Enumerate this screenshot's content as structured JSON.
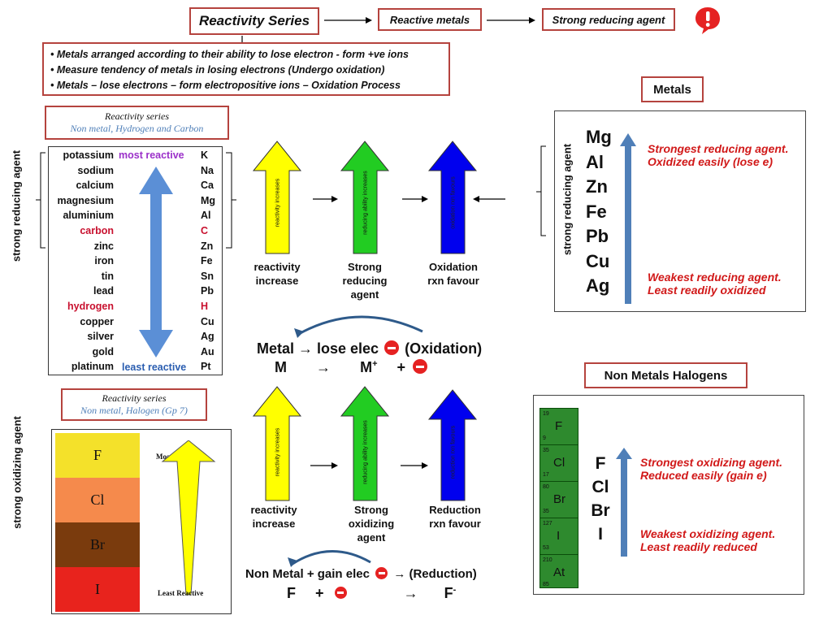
{
  "header": {
    "title": "Reactivity Series",
    "reactive_metals": "Reactive metals",
    "strong_reducing_agent": "Strong reducing agent"
  },
  "bullets": [
    "• Metals  arranged according to their ability to lose electron - form +ve ions",
    "• Measure tendency of metals in losing electrons (Undergo oxidation)",
    "• Metals – lose electrons – form electropositive ions – Oxidation Process"
  ],
  "metal_series": {
    "box_title": "Reactivity series",
    "box_subtitle": "Non metal, Hydrogen and Carbon",
    "side_label": "strong reducing agent",
    "most_reactive": "most reactive",
    "least_reactive": "least reactive",
    "names": [
      "potassium",
      "sodium",
      "calcium",
      "magnesium",
      "aluminium",
      "carbon",
      "zinc",
      "iron",
      "tin",
      "lead",
      "hydrogen",
      "copper",
      "silver",
      "gold",
      "platinum"
    ],
    "symbols": [
      "K",
      "Na",
      "Ca",
      "Mg",
      "Al",
      "C",
      "Zn",
      "Fe",
      "Sn",
      "Pb",
      "H",
      "Cu",
      "Ag",
      "Au",
      "Pt"
    ]
  },
  "top_arrows": {
    "arrow1_text": "reactivity increases",
    "arrow2_text": "reducing ability increases",
    "arrow3_text": "oxidation rxn favours",
    "label1": [
      "reactivity",
      "increase"
    ],
    "label2": [
      "Strong",
      "reducing",
      "agent"
    ],
    "label3": [
      "Oxidation",
      "rxn favour"
    ]
  },
  "metals_panel": {
    "title": "Metals",
    "side_label": "strong reducing agent",
    "symbols": [
      "Mg",
      "Al",
      "Zn",
      "Fe",
      "Pb",
      "Cu",
      "Ag"
    ],
    "strong_note": [
      "Strongest reducing agent.",
      "Oxidized easily (lose e)"
    ],
    "weak_note": [
      "Weakest reducing agent.",
      "Least readily oxidized"
    ]
  },
  "oxidation_equation": {
    "line1_left": "Metal → lose elec",
    "line1_right": "(Oxidation)",
    "line2_m": "M",
    "line2_arrow": "→",
    "line2_ion": "M",
    "line2_ion_sup": "+",
    "line2_plus": "+"
  },
  "halogen_series": {
    "box_title": "Reactivity series",
    "box_subtitle": "Non metal, Halogen (Gp 7)",
    "side_label": "strong oxidizing agent",
    "elements": [
      "F",
      "Cl",
      "Br",
      "I"
    ],
    "colors": [
      "#f4e12a",
      "#f58a4c",
      "#7a3b0d",
      "#e8231d"
    ],
    "most_reactive": "Most Reactive",
    "least_reactive": "Least Reactive"
  },
  "bottom_arrows": {
    "arrow1_text": "reactivity increases",
    "arrow2_text": "reducing ability increases",
    "arrow3_text": "reduction rxn favours",
    "label1": [
      "reactivity",
      "increase"
    ],
    "label2": [
      "Strong",
      "oxidizing",
      "agent"
    ],
    "label3": [
      "Reduction",
      "rxn favour"
    ]
  },
  "halogens_panel": {
    "title": "Non Metals Halogens",
    "symbols": [
      "F",
      "Cl",
      "Br",
      "I"
    ],
    "strong_note": [
      "Strongest oxidizing agent.",
      "Reduced easily (gain e)"
    ],
    "weak_note": [
      "Weakest oxidizing agent.",
      "Least readily reduced"
    ],
    "table_cells": [
      {
        "num_top": "19",
        "sym": "F",
        "num_bot": "9"
      },
      {
        "num_top": "35",
        "sym": "Cl",
        "num_bot": "17"
      },
      {
        "num_top": "80",
        "sym": "Br",
        "num_bot": "35"
      },
      {
        "num_top": "127",
        "sym": "I",
        "num_bot": "53"
      },
      {
        "num_top": "210",
        "sym": "At",
        "num_bot": "85"
      }
    ]
  },
  "reduction_equation": {
    "line1_left": "Non Metal + gain elec",
    "line1_right": "→ (Reduction)",
    "line2_f": "F",
    "line2_plus": "+",
    "line2_arrow": "→",
    "line2_ion": "F",
    "line2_ion_sup": "-"
  },
  "colors": {
    "box_border": "#b5433e",
    "yellow_arrow": "#ffff00",
    "green_arrow": "#22cc22",
    "blue_arrow": "#0000ee",
    "note_red": "#d11919",
    "vertical_arrow": "#4f7fb8"
  }
}
